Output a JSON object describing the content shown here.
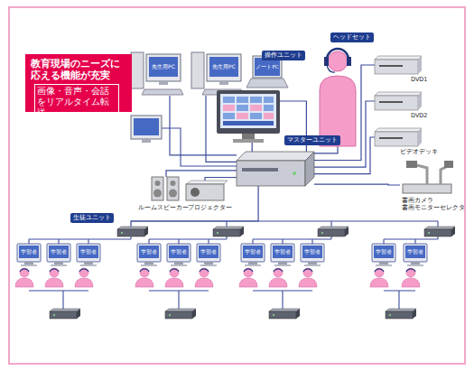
{
  "diagram": {
    "nodes": [
      {
        "text": [
          "教育現場のニーズに応える機能が充実",
          "画像・音声・会話をリアルタイム転送"
        ]
      },
      {
        "text": [
          "先生用PC"
        ]
      },
      {
        "text": [
          "先生用PC"
        ]
      },
      {
        "text": [
          "ノートPC"
        ]
      },
      {
        "text": [
          "ヘッドセット"
        ]
      },
      {
        "text": [
          "操作ユニット"
        ]
      },
      {
        "text": [
          "DVD1"
        ]
      },
      {
        "text": [
          "DVD2"
        ]
      },
      {
        "text": [
          "ビデオデッキ"
        ]
      },
      {
        "text": [
          "マスターユニット"
        ]
      },
      {
        "text": [
          "ルームスピーカー"
        ]
      },
      {
        "text": [
          "プロジェクター"
        ]
      },
      {
        "text": [
          "書画カメラ",
          "書画モニターセレクタ"
        ]
      },
      {
        "text": [
          "生徒ユニット"
        ]
      }
    ],
    "edges": [
      {
        "from": 9,
        "to": 1,
        "arrow": "none"
      },
      {
        "from": 9,
        "to": 2,
        "arrow": "none"
      },
      {
        "from": 9,
        "to": 3,
        "arrow": "none"
      },
      {
        "from": 9,
        "to": 4,
        "arrow": "none"
      },
      {
        "from": 9,
        "to": 5,
        "arrow": "none"
      },
      {
        "from": 9,
        "to": 6,
        "arrow": "none"
      },
      {
        "from": 9,
        "to": 7,
        "arrow": "none"
      },
      {
        "from": 9,
        "to": 8,
        "arrow": "none"
      },
      {
        "from": 9,
        "to": 10,
        "arrow": "none"
      },
      {
        "from": 9,
        "to": 11,
        "arrow": "none"
      },
      {
        "from": 9,
        "to": 12,
        "arrow": "none"
      },
      {
        "from": 9,
        "to": 13,
        "arrow": "none"
      }
    ],
    "labels": [
      "学習者",
      "学習者",
      "学習者",
      "学習者",
      "学習者",
      "学習者",
      "学習者",
      "学習者",
      "学習者",
      "学習者",
      "学習者"
    ]
  }
}
